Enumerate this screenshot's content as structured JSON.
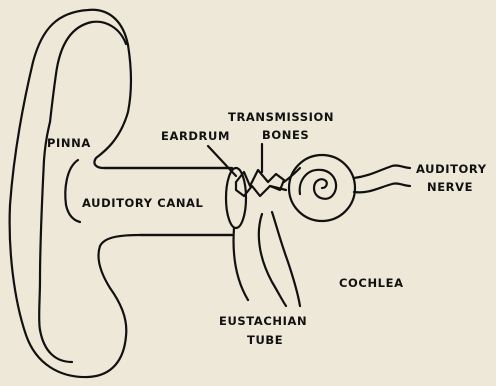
{
  "labels": {
    "pinna": "PINNA",
    "auditory_canal": "AUDITORY CANAL",
    "eardrum": "EARDRUM",
    "transmission_bones_line1": "TRANSMISSION",
    "transmission_bones_line2": "BONES",
    "auditory_nerve_line1": "AUDITORY",
    "auditory_nerve_line2": "NERVE",
    "cochlea": "COCHLEA",
    "eustachian_tube_line1": "EUSTACHIAN",
    "eustachian_tube_line2": "TUBE"
  },
  "colors": {
    "background": "#ede8d8",
    "ink": "#111111"
  }
}
